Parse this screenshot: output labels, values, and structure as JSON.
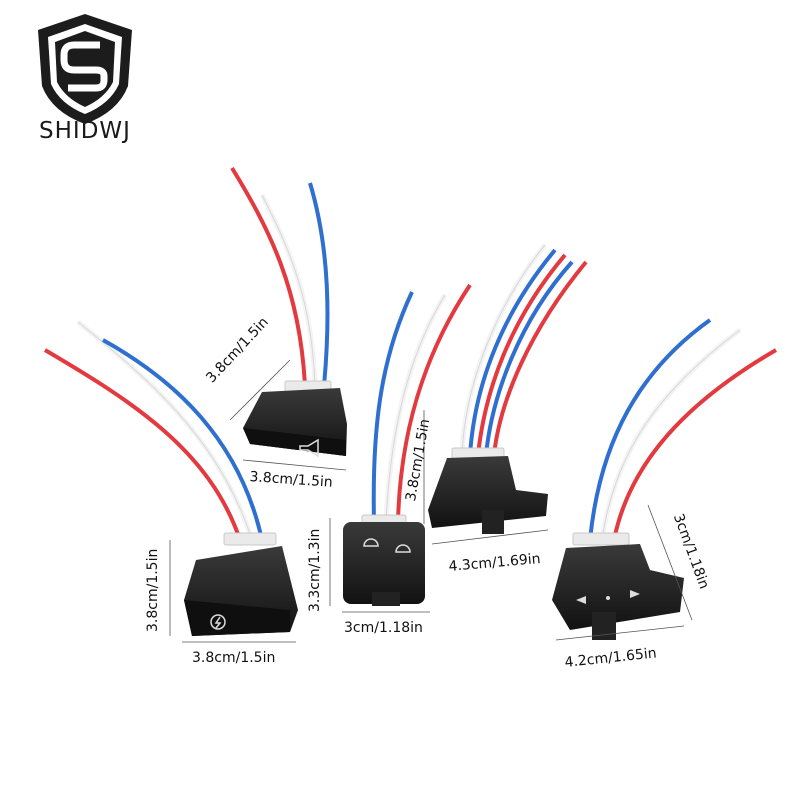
{
  "brand": {
    "name": "SHIDWJ",
    "logo_letter": "S"
  },
  "wire_colors": {
    "red": "#e23a3f",
    "white": "#f3f3f3",
    "blue": "#2f6fd0",
    "body": "#1e1e1e",
    "connector": "#eaeaea"
  },
  "products": [
    {
      "name": "horn-switch",
      "icon": "horn-icon",
      "height_label": "3.8cm/1.5in",
      "width_label": "3.8cm/1.5in"
    },
    {
      "name": "flash-switch",
      "icon": "flash-icon",
      "height_label": "3.8cm/1.5in",
      "width_label": "3.8cm/1.5in"
    },
    {
      "name": "headlight-switch",
      "icon": "headlight-icon",
      "height_label": "3.3cm/1.3in",
      "width_label": "3cm/1.18in"
    },
    {
      "name": "turn-signal-switch",
      "icon": "toggle-icon",
      "height_label": "3.8cm/1.5in",
      "width_label": "4.3cm/1.69in"
    },
    {
      "name": "turn-signal-switch-large",
      "icon": "arrows-icon",
      "height_label": "3cm/1.18in",
      "width_label": "4.2cm/1.65in"
    }
  ]
}
